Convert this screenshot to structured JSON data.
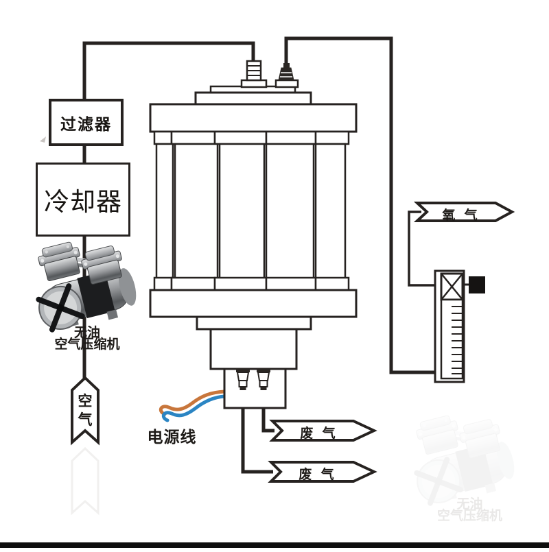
{
  "colors": {
    "line": "#262220",
    "wire_orange": "#c8763b",
    "wire_blue": "#2b85c3",
    "background": "#ffffff"
  },
  "equipment": {
    "filter": {
      "label": "过滤器"
    },
    "cooler": {
      "label": "冷却器"
    },
    "compressor": {
      "label_line1": "无油",
      "label_line2": "空气压缩机"
    },
    "power_cable": {
      "label": "电源线"
    }
  },
  "flows": {
    "air": {
      "char1": "空",
      "char2": "气"
    },
    "oxygen": {
      "label": "氧 气"
    },
    "waste_top": {
      "label": "废 气"
    },
    "waste_bottom": {
      "label": "废 气"
    }
  }
}
